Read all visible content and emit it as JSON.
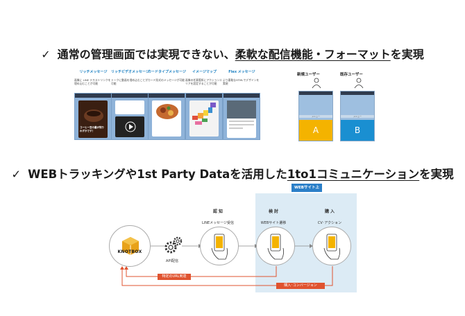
{
  "section1": {
    "check": "✓",
    "heading_plain": "通常の管理画面では実現できない、",
    "heading_underlined": "柔軟な配信機能・フォーマット",
    "heading_end": "を実現"
  },
  "message_types": [
    {
      "title": "リッチメッセージ",
      "desc": "画像に LINE テキストリンクを埋め込むことが可能",
      "banner": "コーヒー豆の量が残りわずかです！"
    },
    {
      "title": "リッチビデオメッセージ",
      "desc": "トークに動画を埋め込むことが可能"
    },
    {
      "title": "カードタイプメッセージ",
      "desc": "カード形式のメッセージが可能"
    },
    {
      "title": "イメージマップ",
      "desc": "画像の任意箇所にアクションエリアを設定することが可能"
    },
    {
      "title": "Flex メッセージ",
      "desc": "より柔軟なHTMLでデザインを実現"
    }
  ],
  "ab_test": {
    "new_user": "新規ユーザー",
    "existing_user": "既存ユーザー",
    "menu": "メニュー",
    "a": "A",
    "b": "B",
    "color_a": "#f4b300",
    "color_b": "#1a8fd1"
  },
  "section2": {
    "check": "✓",
    "heading_plain": "WEBトラッキングや1st Party Dataを活用した",
    "heading_underlined": "1to1コミュニケーション",
    "heading_end": "を実現"
  },
  "flow": {
    "knotbox": "KNOTBOX",
    "api": "API配信",
    "web_tag": "WEBサイト上",
    "stage1_title": "認 知",
    "stage1_sub": "LINEメッセージ受信",
    "stage2_title": "検 討",
    "stage2_sub": "WEBサイト遷移",
    "stage3_title": "購 入",
    "stage3_sub": "CV･アクション",
    "url_label": "特定のURL到達",
    "conv_label": "購入･コンバージョン",
    "accent": "#e0532f",
    "blue": "#2b7fc8"
  }
}
